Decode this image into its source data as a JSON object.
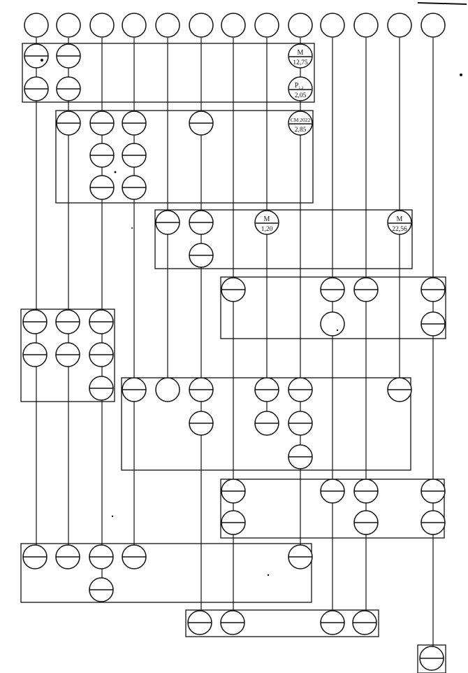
{
  "diagram": {
    "labels": {
      "m1_top": "M",
      "m1_bot": "12,75",
      "p_top": "P",
      "p_sub": "1,2",
      "p_bot": "2,05",
      "cm_top": "CM 2022",
      "cm_bot": "2,85",
      "m2_top": "M",
      "m2_bot": "1,20",
      "m3_top": "M",
      "m3_bot": "22,56"
    }
  }
}
